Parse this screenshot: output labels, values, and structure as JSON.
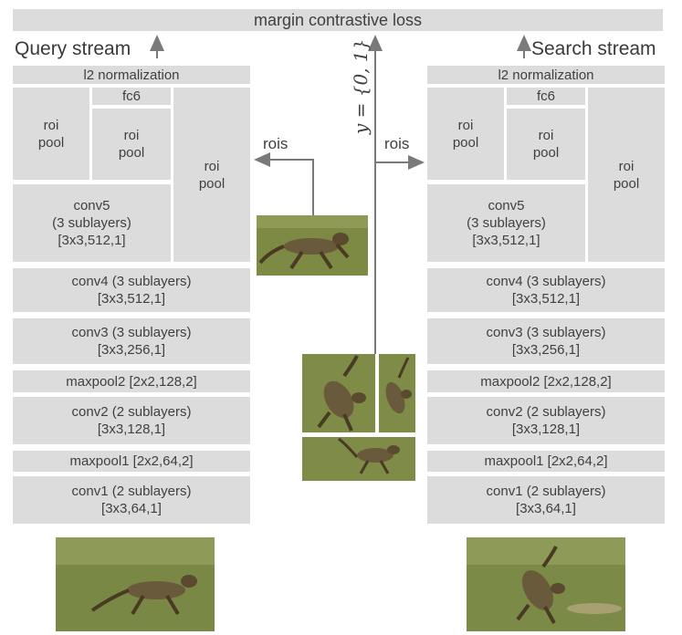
{
  "top_label": "margin contrastive loss",
  "y_label": "y = {0, 1}",
  "query": {
    "title": "Query stream",
    "l2": "l2 normalization",
    "fc6": "fc6",
    "roi_a": "roi\npool",
    "roi_b": "roi\npool",
    "roi_c": "roi\npool",
    "conv5": "conv5\n(3 sublayers)\n[3x3,512,1]",
    "conv4": "conv4 (3 sublayers)\n[3x3,512,1]",
    "conv3": "conv3 (3 sublayers)\n[3x3,256,1]",
    "maxpool2": "maxpool2 [2x2,128,2]",
    "conv2": "conv2 (2 sublayers)\n[3x3,128,1]",
    "maxpool1": "maxpool1 [2x2,64,2]",
    "conv1": "conv1 (2 sublayers)\n[3x3,64,1]",
    "rois": "rois"
  },
  "search": {
    "title": "Search stream",
    "l2": "l2 normalization",
    "fc6": "fc6",
    "roi_a": "roi\npool",
    "roi_b": "roi\npool",
    "roi_c": "roi\npool",
    "conv5": "conv5\n(3 sublayers)\n[3x3,512,1]",
    "conv4": "conv4 (3 sublayers)\n[3x3,512,1]",
    "conv3": "conv3 (3 sublayers)\n[3x3,256,1]",
    "maxpool2": "maxpool2 [2x2,128,2]",
    "conv2": "conv2 (2 sublayers)\n[3x3,128,1]",
    "maxpool1": "maxpool1 [2x2,64,2]",
    "conv1": "conv1 (2 sublayers)\n[3x3,64,1]",
    "rois": "rois"
  },
  "colors": {
    "box": "#dcdcdc",
    "arrow": "#7a7a7a",
    "grass": "#7c8a44"
  }
}
